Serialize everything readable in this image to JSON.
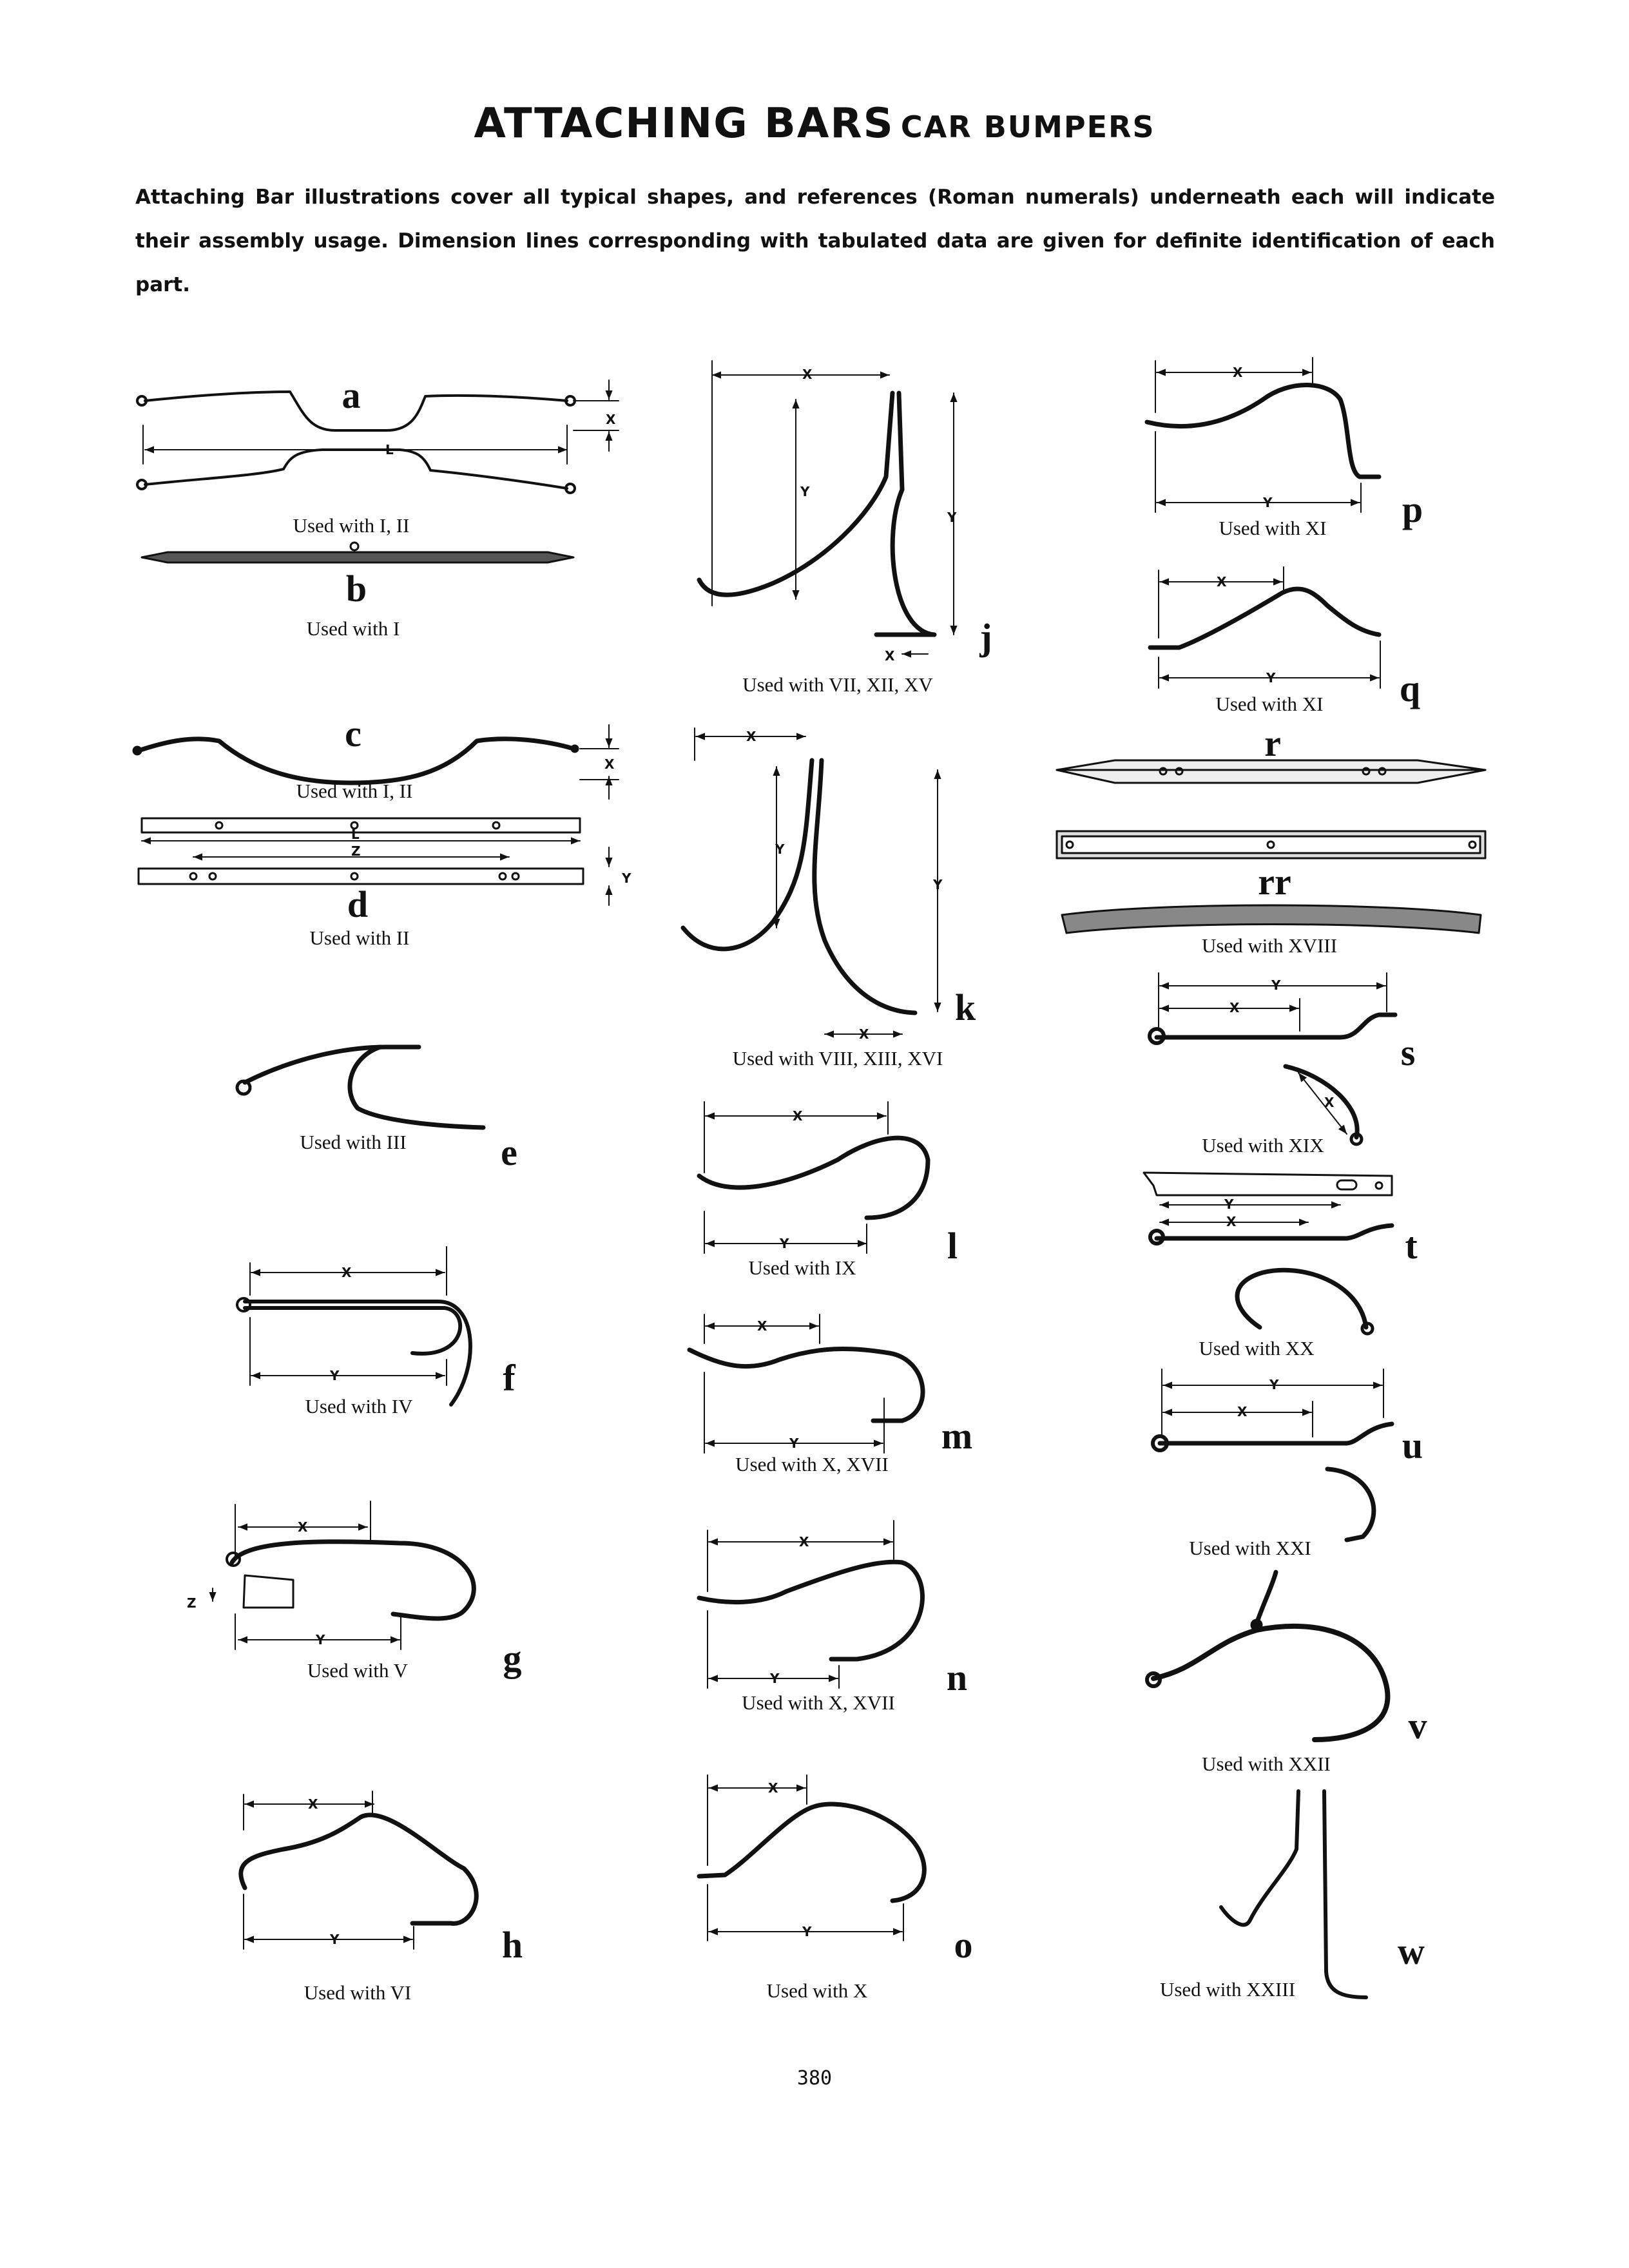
{
  "header": {
    "title_main": "ATTACHING BARS",
    "title_sub": "CAR BUMPERS"
  },
  "intro": "Attaching Bar illustrations cover all typical shapes, and references (Roman numerals) underneath each will indicate their assembly usage. Dimension lines corresponding with tabulated data are given for definite identification of each part.",
  "dims": {
    "x": "X",
    "y": "Y",
    "l": "L",
    "z": "Z"
  },
  "parts": [
    {
      "letter": "a",
      "caption": "Used with I, II"
    },
    {
      "letter": "b",
      "caption": "Used with I"
    },
    {
      "letter": "c",
      "caption": "Used with I, II"
    },
    {
      "letter": "d",
      "caption": "Used with II"
    },
    {
      "letter": "e",
      "caption": "Used with III"
    },
    {
      "letter": "f",
      "caption": "Used with IV"
    },
    {
      "letter": "g",
      "caption": "Used with V"
    },
    {
      "letter": "h",
      "caption": "Used with VI"
    },
    {
      "letter": "j",
      "caption": "Used with VII, XII, XV"
    },
    {
      "letter": "k",
      "caption": "Used with VIII, XIII, XVI"
    },
    {
      "letter": "l",
      "caption": "Used with IX"
    },
    {
      "letter": "m",
      "caption": "Used with X, XVII"
    },
    {
      "letter": "n",
      "caption": "Used with X, XVII"
    },
    {
      "letter": "o",
      "caption": "Used with X"
    },
    {
      "letter": "p",
      "caption": "Used with XI"
    },
    {
      "letter": "q",
      "caption": "Used with XI"
    },
    {
      "letter": "r",
      "caption": ""
    },
    {
      "letter": "rr",
      "caption": "Used with XVIII"
    },
    {
      "letter": "s",
      "caption": "Used with XIX"
    },
    {
      "letter": "t",
      "caption": "Used with XX"
    },
    {
      "letter": "u",
      "caption": "Used with XXI"
    },
    {
      "letter": "v",
      "caption": "Used with XXII"
    },
    {
      "letter": "w",
      "caption": "Used with XXIII"
    }
  ],
  "footer": {
    "page_number": "380"
  }
}
